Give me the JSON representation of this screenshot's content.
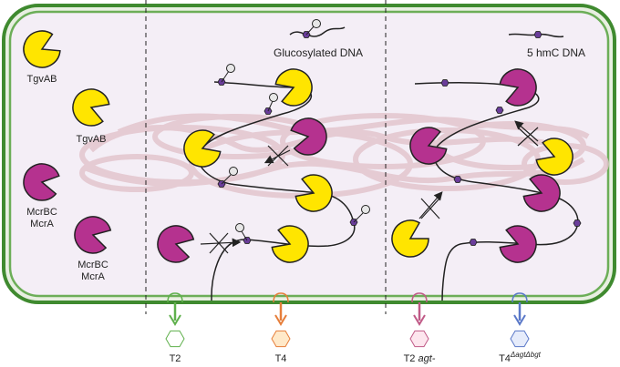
{
  "legend": {
    "glucosylated_dna": "Glucosylated DNA",
    "hmc_dna": "5 hmC DNA"
  },
  "enzymes": {
    "tgvab_1": "TgvAB",
    "tgvab_2": "TgvAB",
    "mcrbc_1_line1": "McrBC",
    "mcrbc_1_line2": "McrA",
    "mcrbc_2_line1": "McrBC",
    "mcrbc_2_line2": "McrA"
  },
  "phages": {
    "t2": "T2",
    "t4": "T4",
    "t2_agt": "T2 ",
    "t2_agt_italic": "agt-",
    "t4_mutant_base": "T4",
    "t4_mutant_sup": "ΔagtΔbgt"
  },
  "colors": {
    "cell_border": "#4e9a3a",
    "cell_fill": "#f3eef6",
    "tgvab": "#ffe500",
    "mcrbc": "#b5328f",
    "hexagon_node": "#6a3d9a",
    "t2_arrow": "#5fb04c",
    "t4_arrow": "#e67e3a",
    "t2agt_arrow": "#c05a87",
    "t4mut_arrow": "#5a78c8",
    "nucleoid": "#e2c3cb"
  },
  "icons": [
    "tgvab-pacman-icon",
    "mcrbc-pacman-icon",
    "glucose-circle-icon",
    "hexagon-node-icon",
    "blocked-cross-icon",
    "phage-capsid-icon"
  ]
}
